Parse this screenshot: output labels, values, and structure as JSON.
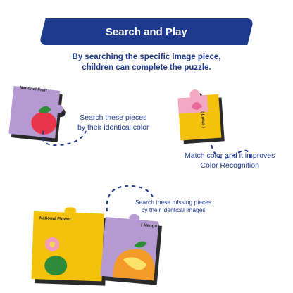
{
  "banner": {
    "title": "Search and Play"
  },
  "intro": {
    "line1": "By searching the specific image piece,",
    "line2": "children can complete the puzzle."
  },
  "piece_labels": {
    "national_fruit": "National Fruit",
    "lotus": "( Lotus )",
    "national_flower": "National Flower",
    "mango": "( Mango )"
  },
  "captions": {
    "search_color": {
      "line1": "Search these pieces",
      "line2": "by their identical color"
    },
    "match_color": {
      "line1": "Match color and it improves",
      "line2": "Color Recognition"
    },
    "search_images": {
      "line1": "Search these missing pieces",
      "line2": "by their identical images"
    }
  },
  "colors": {
    "navy": "#1d3a8f",
    "yellow": "#f4c20d",
    "lavender": "#b59ad2",
    "dark": "#2a2a2a"
  }
}
